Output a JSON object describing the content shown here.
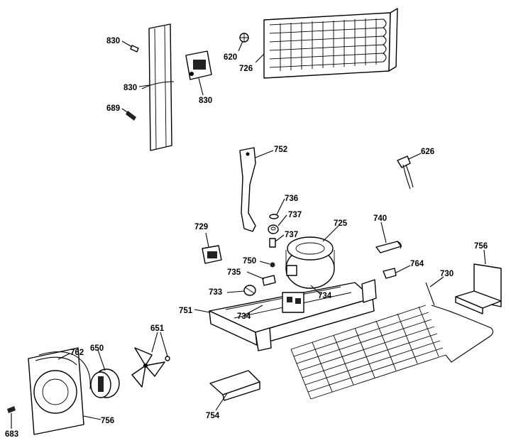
{
  "diagram": {
    "labels": {
      "l830a": "830",
      "l830b": "830",
      "l830c": "830",
      "l689": "689",
      "l620": "620",
      "l726": "726",
      "l752": "752",
      "l626": "626",
      "l736": "736",
      "l737a": "737",
      "l737b": "737",
      "l729": "729",
      "l725": "725",
      "l740": "740",
      "l750": "750",
      "l735": "735",
      "l733": "733",
      "l734a": "734",
      "l734b": "734",
      "l751": "751",
      "l764": "764",
      "l730": "730",
      "l756a": "756",
      "l756b": "756",
      "l651": "651",
      "l762": "762",
      "l650": "650",
      "l754": "754",
      "l683": "683"
    }
  }
}
